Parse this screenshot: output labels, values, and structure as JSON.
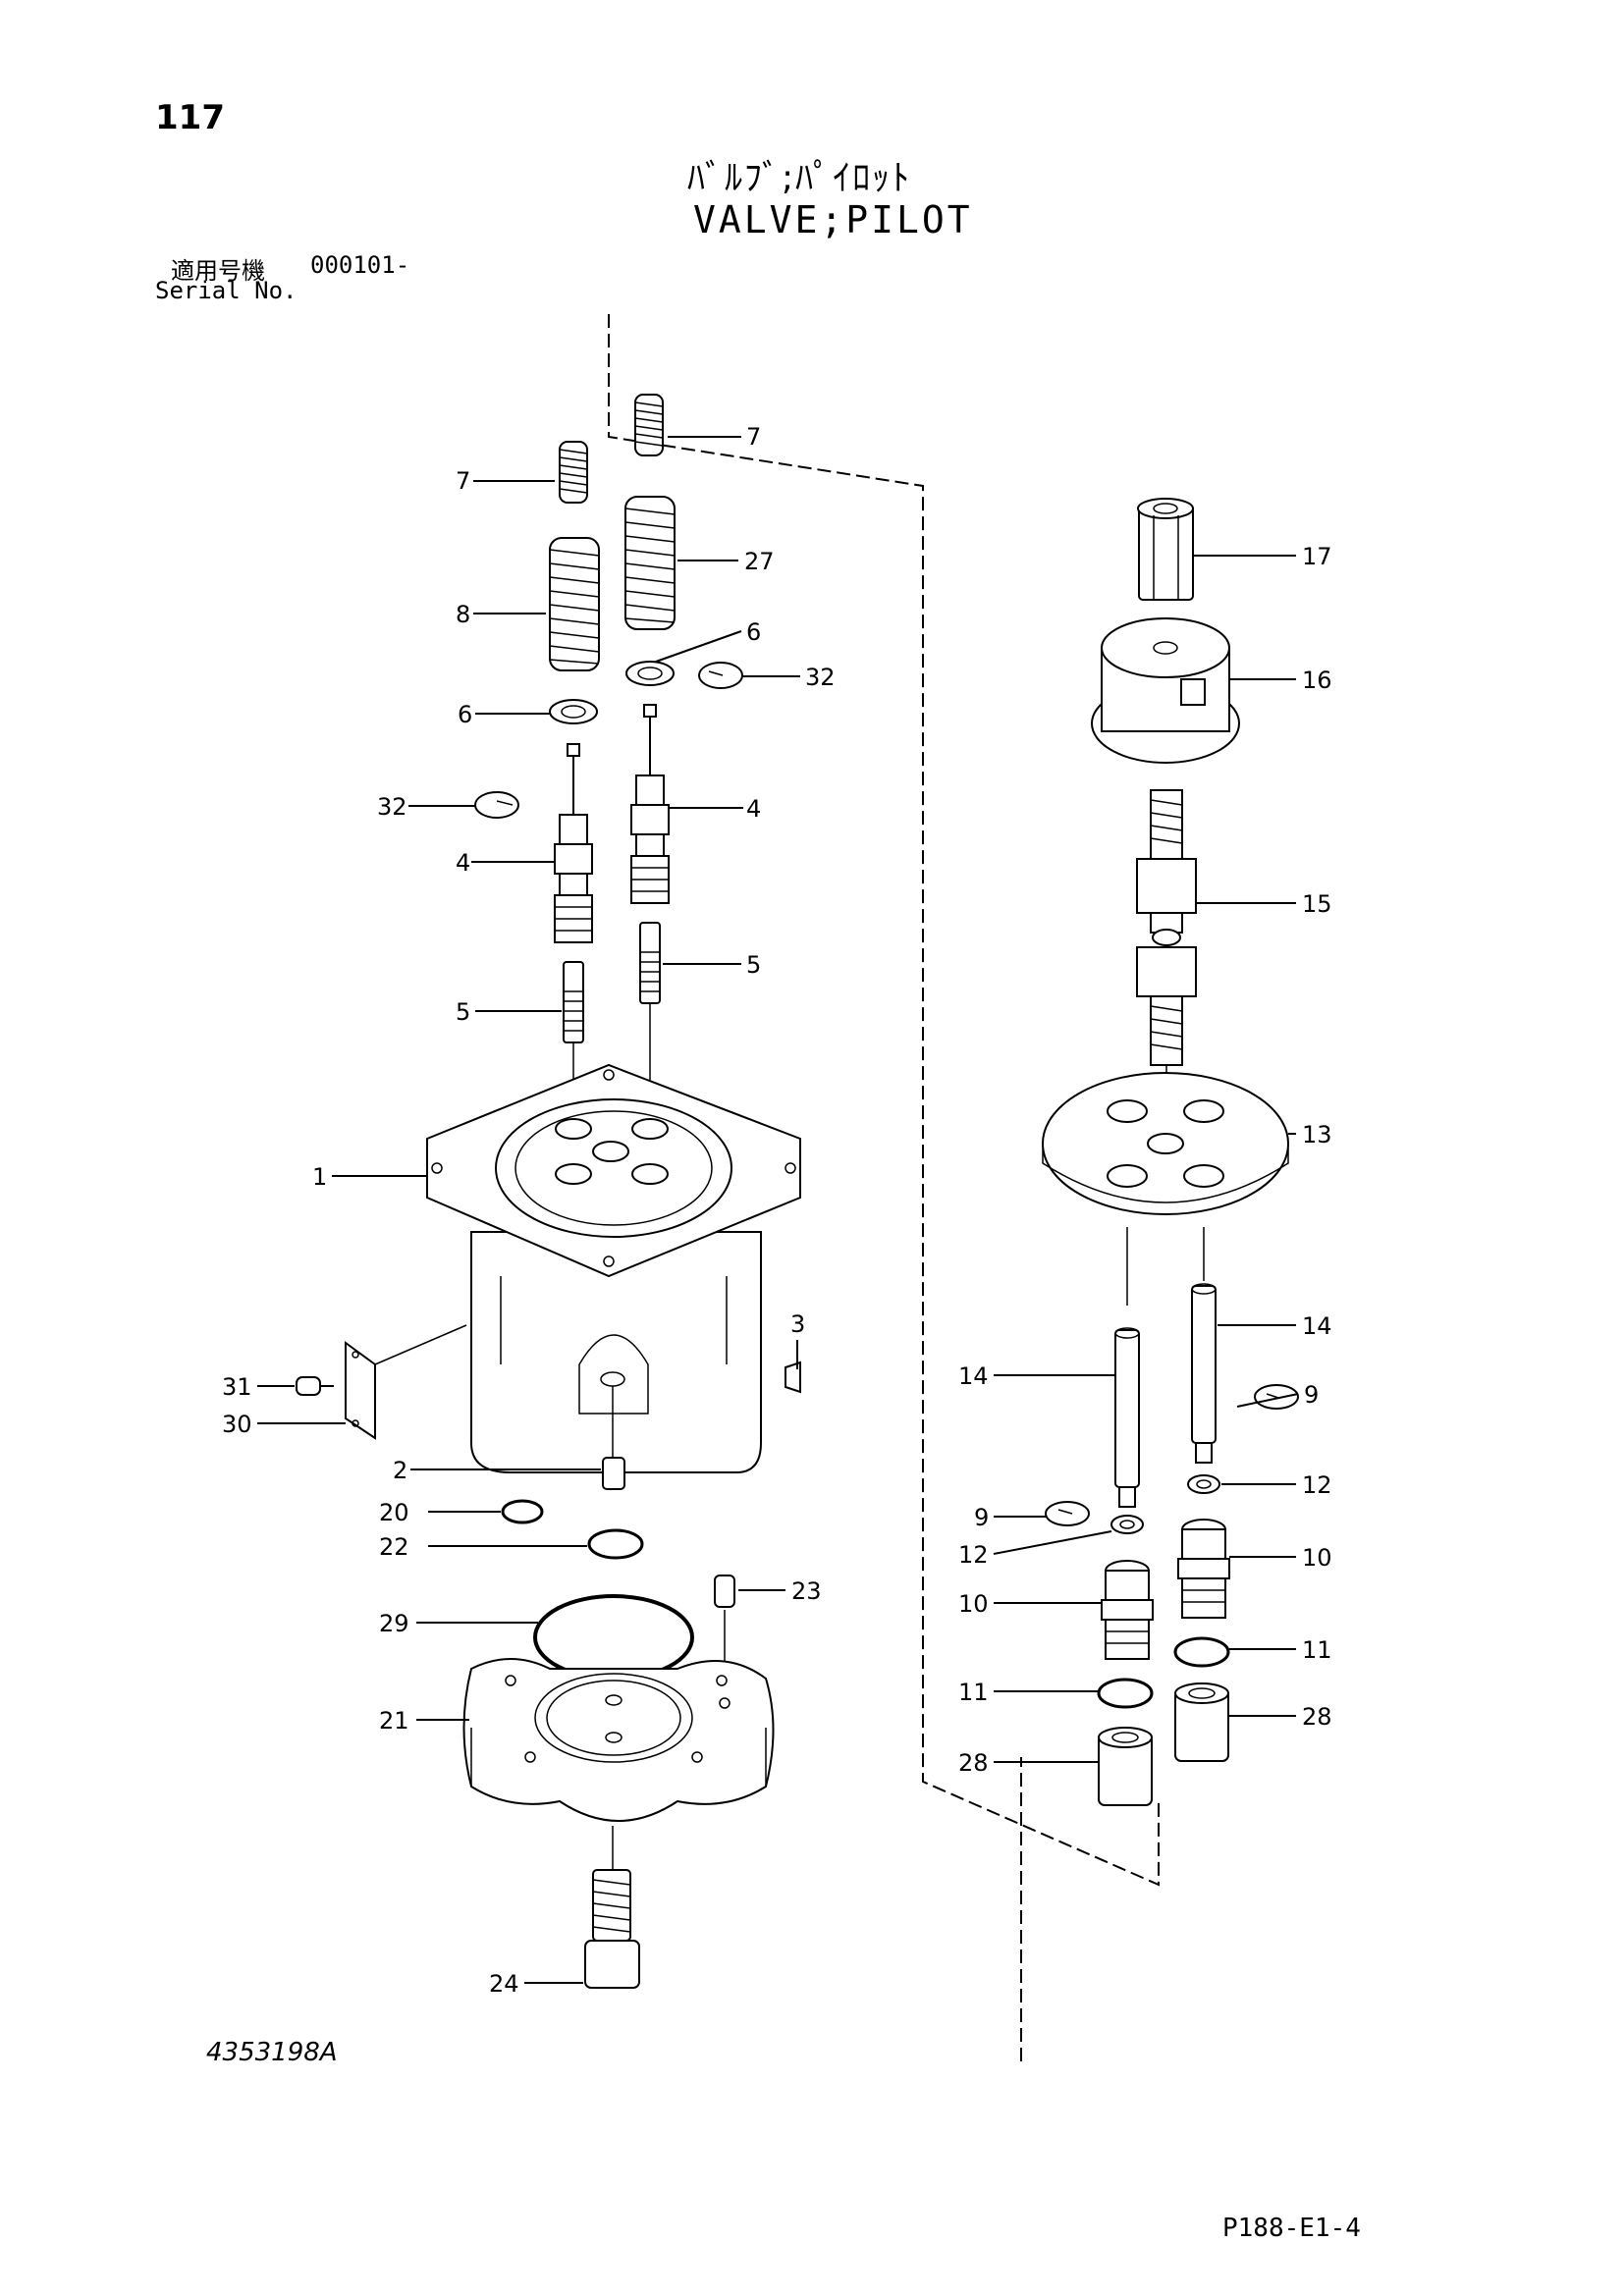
{
  "header": {
    "page_number": "117",
    "title_jp": "ﾊﾞﾙﾌﾞ;ﾊﾟｲﾛｯﾄ",
    "title_en": "VALVE;PILOT",
    "serial_label_jp": "適用号機",
    "serial_value": "000101-",
    "serial_label_en": "Serial No."
  },
  "footer": {
    "drawing_number": "4353198A",
    "page_reference": "P188-E1-4"
  },
  "callouts": {
    "c7a": "7",
    "c7b": "7",
    "c27": "27",
    "c8": "8",
    "c6a": "6",
    "c6b": "6",
    "c32a": "32",
    "c32b": "32",
    "c4a": "4",
    "c4b": "4",
    "c5a": "5",
    "c5b": "5",
    "c1": "1",
    "c3": "3",
    "c31": "31",
    "c30": "30",
    "c2": "2",
    "c20": "20",
    "c22": "22",
    "c23": "23",
    "c29": "29",
    "c21": "21",
    "c24": "24",
    "c17": "17",
    "c16": "16",
    "c15": "15",
    "c13": "13",
    "c14a": "14",
    "c14b": "14",
    "c9a": "9",
    "c9b": "9",
    "c12a": "12",
    "c12b": "12",
    "c10a": "10",
    "c10b": "10",
    "c11a": "11",
    "c11b": "11",
    "c28a": "28",
    "c28b": "28"
  }
}
